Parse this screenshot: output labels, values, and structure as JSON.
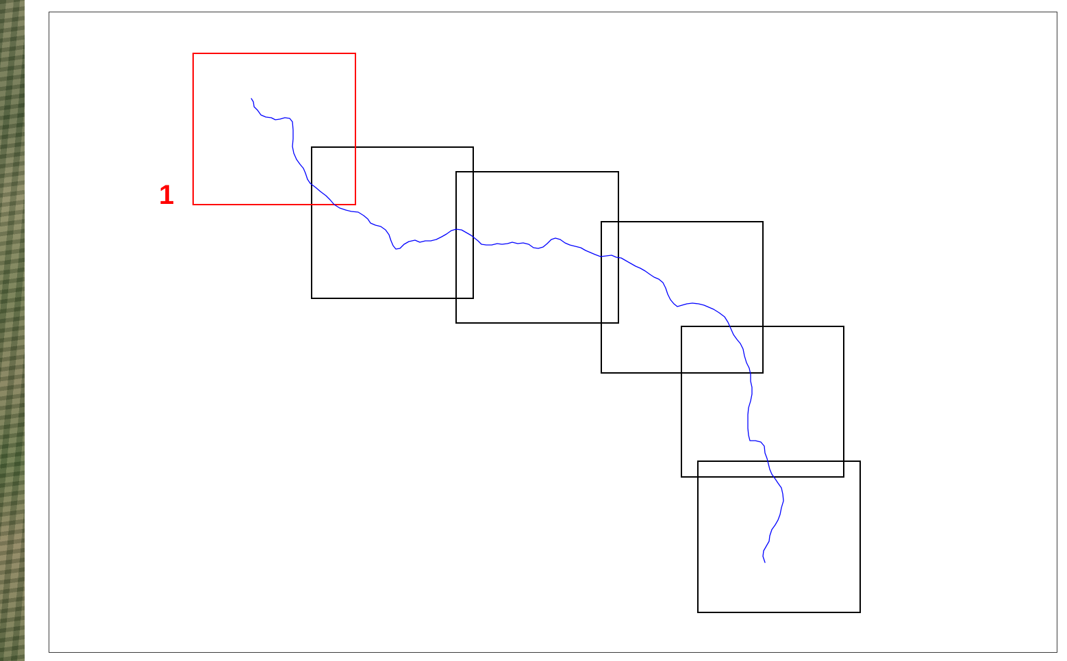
{
  "map": {
    "grid_labels": [
      {
        "index": 1,
        "text": "1",
        "highlighted": true
      }
    ],
    "extents": [
      {
        "index": 1,
        "highlighted": true
      },
      {
        "index": 2,
        "highlighted": false
      },
      {
        "index": 3,
        "highlighted": false
      },
      {
        "index": 4,
        "highlighted": false
      },
      {
        "index": 5,
        "highlighted": false
      },
      {
        "index": 6,
        "highlighted": false
      }
    ],
    "colors": {
      "highlight_extent": "#ff0000",
      "extent": "#000000",
      "route_line": "#0000ff",
      "label": "#ff0000",
      "frame": "#3a3a3a"
    },
    "icons": [
      "satellite-basemap-strip",
      "route-polyline"
    ]
  }
}
